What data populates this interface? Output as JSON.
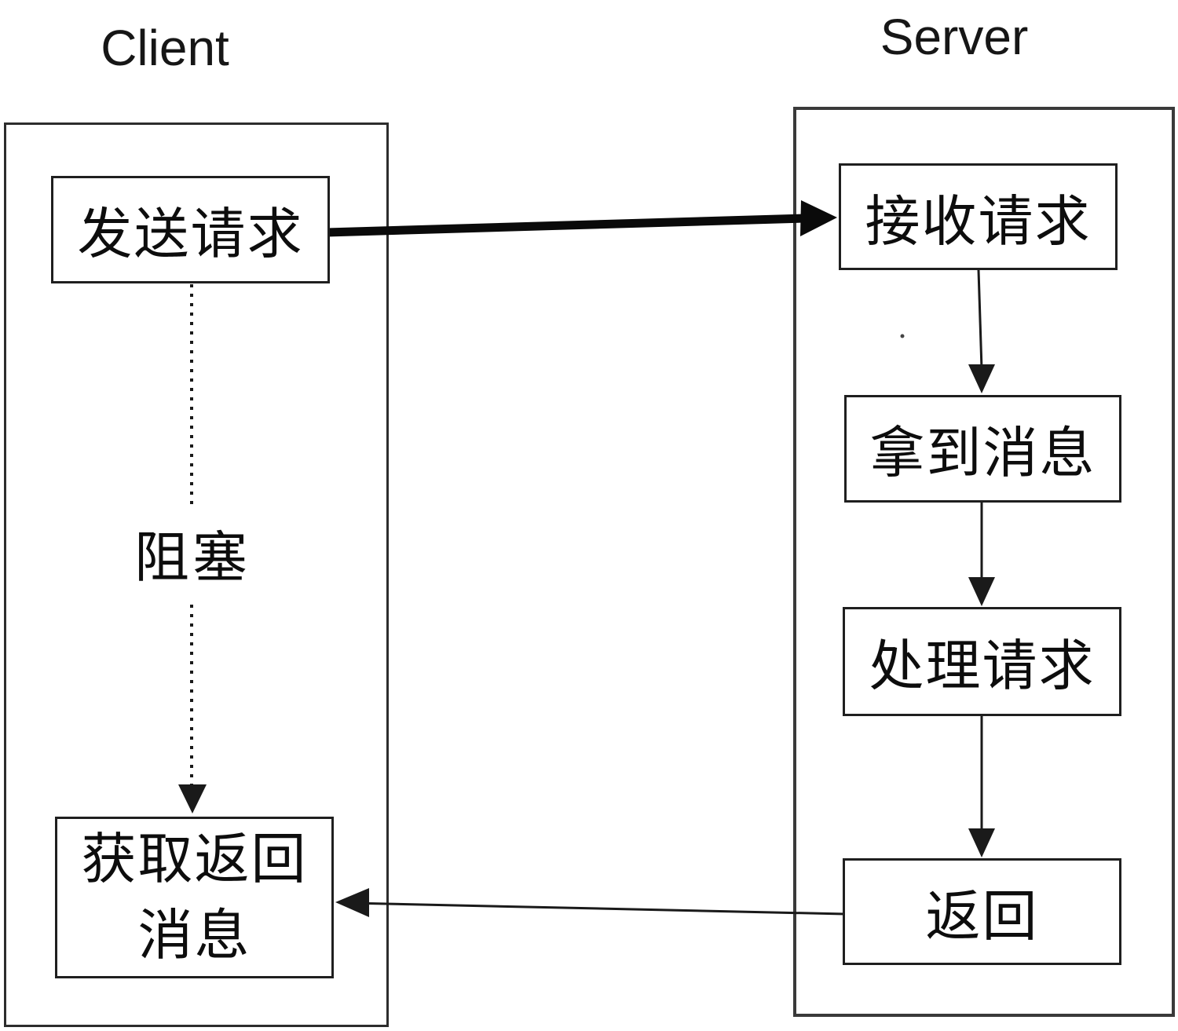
{
  "titles": {
    "client": "Client",
    "server": "Server"
  },
  "client_flow": {
    "send_label": "发送请求",
    "blocking_label": "阻塞",
    "get_return_label": "获取返回消息"
  },
  "server_flow": {
    "receive_label": "接收请求",
    "get_message_label": "拿到消息",
    "process_label": "处理请求",
    "return_label": "返回"
  },
  "edges": [
    {
      "from": "发送请求",
      "to": "接收请求",
      "style": "thick-solid-arrow"
    },
    {
      "from": "发送请求",
      "to": "获取返回消息",
      "style": "dotted-arrow",
      "label": "阻塞"
    },
    {
      "from": "接收请求",
      "to": "拿到消息",
      "style": "thin-solid-arrow"
    },
    {
      "from": "拿到消息",
      "to": "处理请求",
      "style": "thin-solid-arrow"
    },
    {
      "from": "处理请求",
      "to": "返回",
      "style": "thin-solid-arrow"
    },
    {
      "from": "返回",
      "to": "获取返回消息",
      "style": "thin-solid-arrow"
    }
  ],
  "colors": {
    "line": "#1a1a1a",
    "border": "#2d2d2d",
    "background": "#ffffff",
    "text": "#0d0d0d"
  }
}
